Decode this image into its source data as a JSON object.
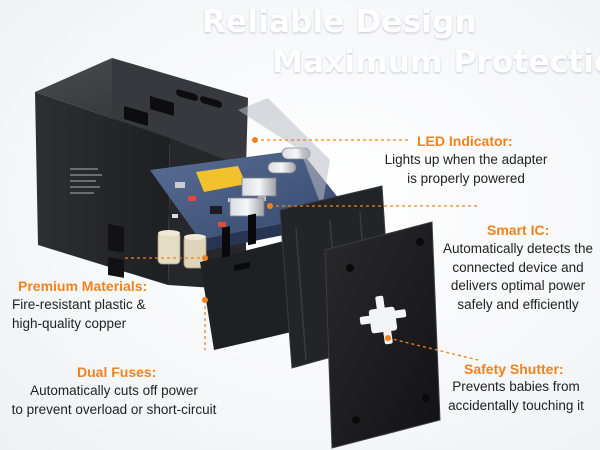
{
  "header": {
    "title_line1": "Reliable Design",
    "title_line2": "Maximum Protection"
  },
  "colors": {
    "accent": "#f0821e",
    "body_text": "#222222",
    "title_text": "#ffffff",
    "device_body": "#2b2c30",
    "shutter_plate": "#1c1c1e"
  },
  "callouts": {
    "led": {
      "label": "LED Indicator:",
      "lines": [
        "Lights up when the adapter",
        "is properly powered"
      ]
    },
    "smart_ic": {
      "label": "Smart IC:",
      "lines": [
        "Automatically detects the",
        "connected device and",
        "delivers optimal power",
        "safely and efficiently"
      ]
    },
    "materials": {
      "label": "Premium Materials:",
      "lines": [
        "Fire-resistant plastic &",
        "high-quality copper"
      ]
    },
    "fuses": {
      "label": "Dual Fuses:",
      "lines": [
        "Automatically cuts off power",
        "to prevent overload or short-circuit"
      ]
    },
    "shutter": {
      "label": "Safety Shutter:",
      "lines": [
        "Prevents babies from",
        "accidentally touching it"
      ]
    }
  }
}
